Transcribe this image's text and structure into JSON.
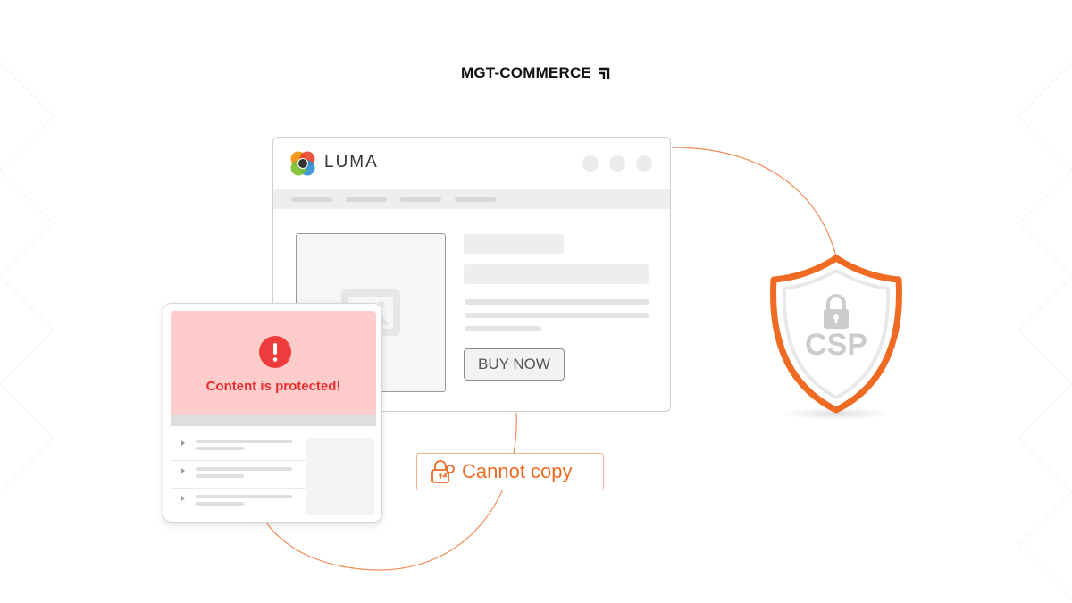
{
  "brand": {
    "name": "MGT-COMMERCE",
    "icon": "corner-arrow-icon"
  },
  "browser": {
    "store_name": "LUMA",
    "store_logo_icon": "luma-logo-icon",
    "buy_button_label": "BUY NOW",
    "image_placeholder_icon": "image-icon"
  },
  "protected_card": {
    "message": "Content is protected!",
    "alert_icon": "exclamation-circle-icon"
  },
  "copy_badge": {
    "label": "Cannot copy",
    "icon": "lock-key-icon"
  },
  "shield": {
    "label": "CSP",
    "icon": "padlock-icon"
  },
  "colors": {
    "accent_orange": "#ef6a22",
    "alert_red": "#e53030",
    "alert_bg": "#ffcccc"
  }
}
